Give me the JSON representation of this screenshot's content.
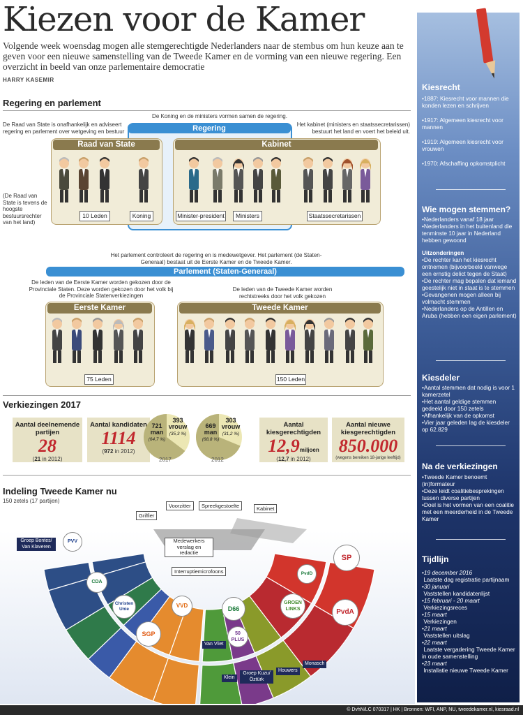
{
  "title": "Kiezen voor de Kamer",
  "intro": "Volgende week woensdag mogen alle stemgerechtigde Nederlanders naar de stembus om hun keuze aan te geven voor een nieuwe samenstelling van de Tweede Kamer en de vorming van een nieuwe regering. Een overzicht in beeld van onze parlementaire democratie",
  "byline": "HARRY KASEMIR",
  "regering": {
    "section_title": "Regering en parlement",
    "koning_note": "De Koning en de ministers vormen samen de regering.",
    "raad_note": "De Raad van State is onafhankelijk en adviseert regering en parlement over wetgeving en bestuur",
    "kabinet_note": "Het kabinet (ministers en staatssecretarissen) bestuurt het land en voert het beleid uit.",
    "bar": "Regering",
    "raad_head": "Raad van State",
    "kabinet_head": "Kabinet",
    "raad_side_note": "(De Raad van State is tevens de hoogste bestuursrechter van het land)",
    "labels": [
      "10 Leden",
      "Koning",
      "Minister-president",
      "Ministers",
      "Staatssecretarissen"
    ]
  },
  "parlement": {
    "note": "Het parlement controleert de regering en is medewetgever. Het parlement (de Staten-Generaal) bestaat uit de Eerste Kamer en de Tweede Kamer.",
    "bar": "Parlement (Staten-Generaal)",
    "ek_note": "De leden van de Eerste Kamer worden gekozen door de Provinciale Staten. Deze worden gekozen door het volk bij de Provinciale Statenverkiezingen",
    "tk_note": "De leden van de Tweede Kamer worden rechtstreeks door het volk gekozen",
    "ek_head": "Eerste Kamer",
    "tk_head": "Tweede Kamer",
    "ek_label": "75 Leden",
    "tk_label": "150 Leden"
  },
  "verkiezingen": {
    "section_title": "Verkiezingen 2017",
    "partijen": {
      "head": "Aantal deelnemende partijen",
      "value": "28",
      "sub_bold": "21",
      "sub": " in 2012)"
    },
    "kandidaten": {
      "head": "Aantal kandidaten",
      "value": "1114",
      "sub_bold": "972",
      "sub": " in 2012)"
    },
    "pie2017": {
      "man": "721",
      "man_label": "man",
      "man_pct": "(64,7 %)",
      "vrouw": "393",
      "vrouw_label": "vrouw",
      "vrouw_pct": "(35,3 %)",
      "year": "2017",
      "man_frac": 0.647
    },
    "pie2012": {
      "man": "669",
      "man_label": "man",
      "man_pct": "(68,8 %)",
      "vrouw": "303",
      "vrouw_label": "vrouw",
      "vrouw_pct": "(31,2 %)",
      "year": "2012",
      "man_frac": 0.688
    },
    "kiesgerechtigden": {
      "head": "Aantal kiesgerechtigden",
      "value": "12,9",
      "unit": "miljoen",
      "sub_bold": "12,7",
      "sub": " in 2012)"
    },
    "nieuwe": {
      "head": "Aantal nieuwe kiesgerechtigden",
      "value": "850.000",
      "sub": "(wegens bereiken 18-jarige leeftijd)"
    }
  },
  "indeling": {
    "section_title": "Indeling Tweede Kamer nu",
    "subtitle": "150 zetels (17 partijen)",
    "annotations": [
      "Griffier",
      "Voorzitter",
      "Spreekgestoelte",
      "Kabinet",
      "Medewerkers verslag en redactie",
      "Interruptiemicrofoons"
    ],
    "parties": [
      "Groep Bontes/ Van Klaveren",
      "Van Vliet",
      "Klein",
      "Groep Kuzu/ Öztürk",
      "Houwers",
      "Monasch"
    ],
    "logos": [
      "CDA",
      "Christen Unie",
      "SGP",
      "D66",
      "50 PLUS",
      "GROEN LINKS",
      "PvdA",
      "SP",
      "VVD",
      "PVV",
      "PvdD"
    ]
  },
  "sidebar": {
    "kiesrecht": {
      "title": "Kiesrecht",
      "items": [
        "1887: Kiesrecht voor mannen die konden lezen en schrijven",
        "1917: Algemeen kiesrecht voor mannen",
        "1919: Algemeen kiesrecht voor vrouwen",
        "1970: Afschaffing opkomstplicht"
      ]
    },
    "wie": {
      "title": "Wie mogen stemmen?",
      "items": [
        "Nederlanders vanaf 18 jaar",
        "Nederlanders in het buitenland die tenminste 10 jaar in Nederland hebben gewoond"
      ],
      "sub_title": "Uitzonderingen",
      "exceptions": [
        "De rechter kan het kiesrecht ontnemen (bijvoorbeeld vanwege een ernstig delict tegen de Staat)",
        "De rechter mag bepalen dat iemand geestelijk niet in staat is te stemmen",
        "Gevangenen mogen alleen bij volmacht stemmen",
        "Nederlanders op de Antillen en Aruba (hebben een eigen parlement)"
      ]
    },
    "kiesdeler": {
      "title": "Kiesdeler",
      "items": [
        "Aantal stemmen dat nodig is voor 1 kamerzetel",
        "Het aantal geldige stemmen gedeeld door 150 zetels",
        "Afhankelijk van de opkomst",
        "Vier jaar geleden lag de kiesdeler op 62.829"
      ]
    },
    "na": {
      "title": "Na de verkiezingen",
      "items": [
        "Tweede Kamer benoemt (in)formateur",
        "Deze leidt coalitiebesprekingen tussen diverse partijen",
        "Doel is het vormen van een coalitie met een meerderheid in de Tweede Kamer"
      ]
    },
    "tijdlijn": {
      "title": "Tijdlijn",
      "items": [
        {
          "date": "19 december 2016",
          "text": "Laatste dag registratie partijnaam"
        },
        {
          "date": "30 januari",
          "text": "Vaststellen kandidatenlijst"
        },
        {
          "date": "15 februari - 20 maart",
          "text": "Verkiezingsreces"
        },
        {
          "date": "15 maart",
          "text": "Verkiezingen"
        },
        {
          "date": "21 maart",
          "text": "Vaststellen uitslag"
        },
        {
          "date": "22 maart",
          "text": "Laatste vergadering Tweede Kamer in oude samenstelling"
        },
        {
          "date": "23 maart",
          "text": "Installatie nieuwe Tweede Kamer"
        }
      ]
    }
  },
  "footer": "© DvhN/LC 070317 | HK | Bronnen: WFI, ANP, NU, tweedekamer.nl, kiesraad.nl",
  "colors": {
    "accent_red": "#c1272d",
    "blue_bar": "#3a8fd3",
    "box_head": "#8a7a4e",
    "stat_bg": "#e7e2c6",
    "pie_man": "#b9b37a",
    "pie_vrouw": "#ece7b4"
  }
}
